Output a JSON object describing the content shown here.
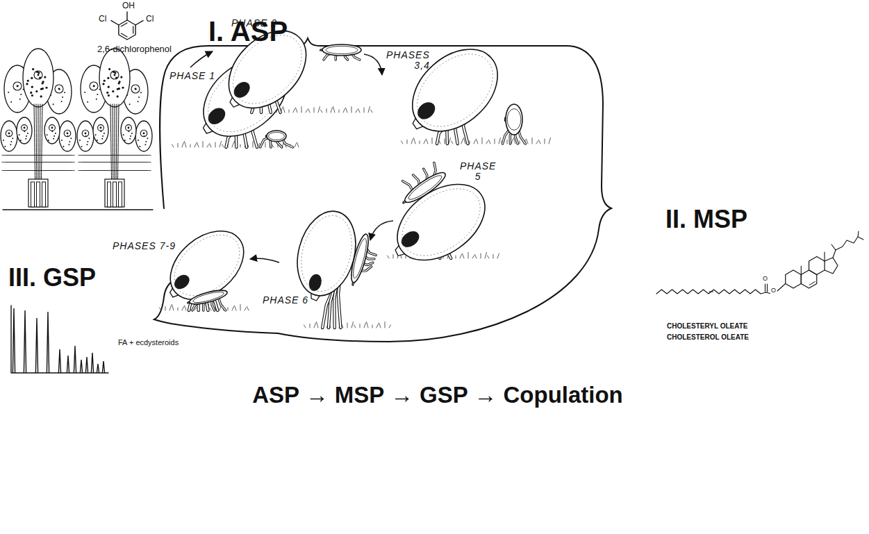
{
  "diagram": {
    "labels": [
      "OH",
      "Cl",
      "Cl",
      "2,6-dichlorophenol",
      "I. ASP",
      "PHASE 2",
      "PHASE 1",
      "PHASES 3,4",
      "II. MSP",
      "PHASE 5",
      "PHASE 6",
      "PHASES 7-9",
      "III. GSP",
      "FA + ecdysteroids",
      "O",
      "O",
      "CHOLESTERYL OLEATE",
      "CHOLESTEROL OLEATE",
      "ASP → MSP → GSP → Copulation"
    ]
  }
}
